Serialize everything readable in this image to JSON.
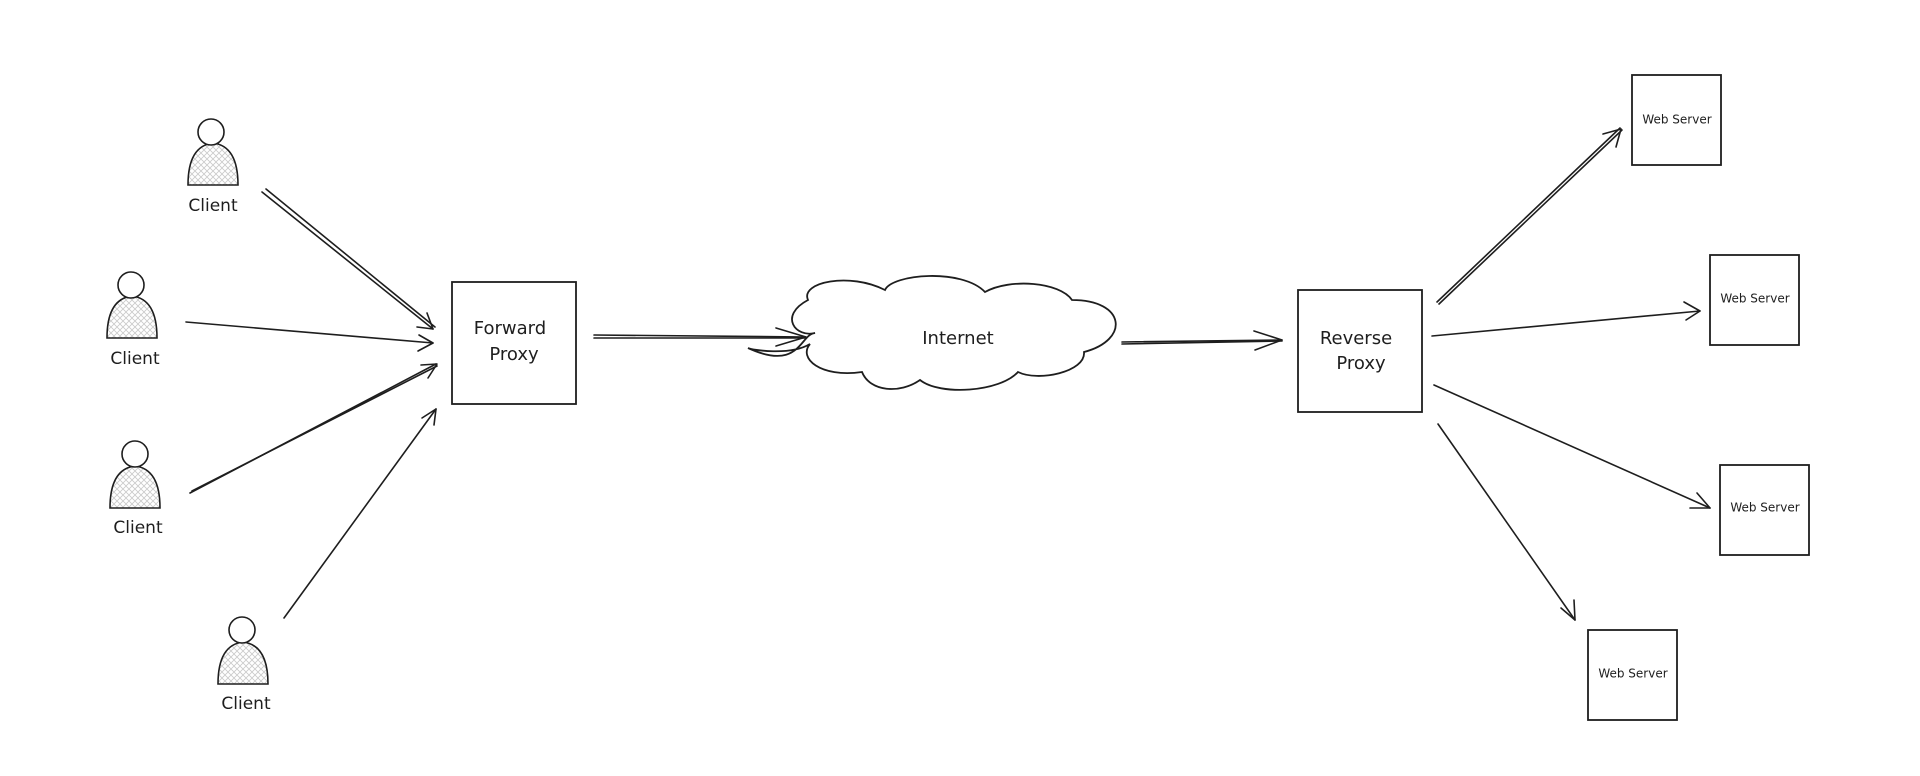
{
  "diagram": {
    "clients": [
      {
        "label": "Client"
      },
      {
        "label": "Client"
      },
      {
        "label": "Client"
      },
      {
        "label": "Client"
      }
    ],
    "forward_proxy": {
      "line1": "Forward",
      "line2": "Proxy"
    },
    "internet": {
      "label": "Internet"
    },
    "reverse_proxy": {
      "line1": "Reverse",
      "line2": "Proxy"
    },
    "web_servers": [
      {
        "label": "Web Server"
      },
      {
        "label": "Web Server"
      },
      {
        "label": "Web Server"
      },
      {
        "label": "Web Server"
      }
    ]
  }
}
